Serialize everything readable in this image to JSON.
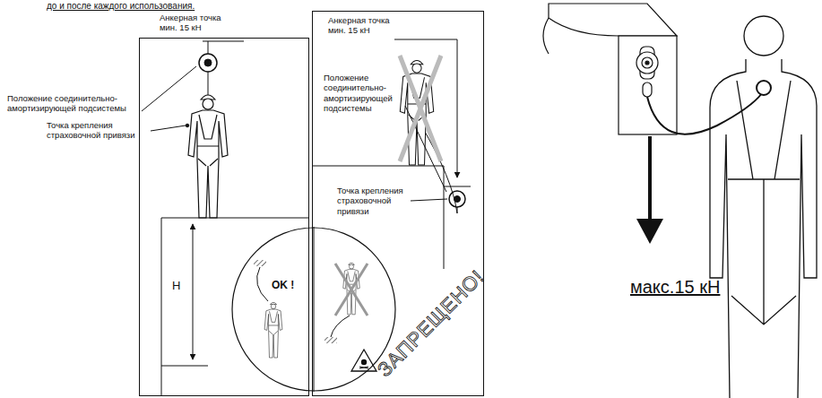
{
  "diagram": {
    "nodes": [
      {
        "text": [
          "H"
        ]
      },
      {
        "text": [
          "Анкерная точка мин. 15 кН",
          "Положение соединительно- амортизирующей подсистемы",
          "Точка крепления страховочной привязи",
          "ЗАПРЕЩЕНО!"
        ]
      },
      {
        "text": [
          "OK !"
        ]
      }
    ],
    "labels": [
      "до и после каждого использования.",
      "Анкерная точка мин. 15 кН",
      "Положение соединительно- амортизирующей подсистемы",
      "Точка крепления страховочной привязи",
      "макс.15 кН"
    ]
  }
}
